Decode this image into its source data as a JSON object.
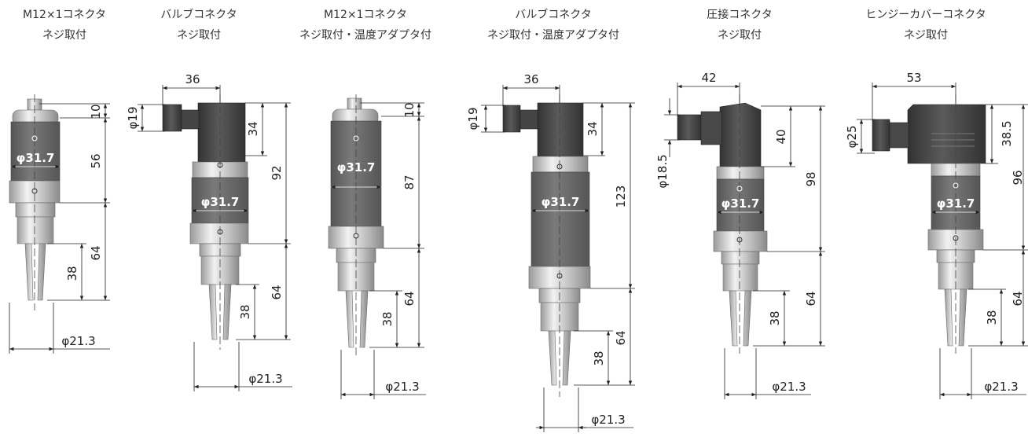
{
  "titles": [
    {
      "line1": "M12×1コネクタ",
      "line2": "ネジ取付"
    },
    {
      "line1": "バルブコネクタ",
      "line2": "ネジ取付"
    },
    {
      "line1": "M12×1コネクタ",
      "line2": "ネジ取付・温度アダプタ付"
    },
    {
      "line1": "バルブコネクタ",
      "line2": "ネジ取付・温度アダプタ付"
    },
    {
      "line1": "圧接コネクタ",
      "line2": "ネジ取付"
    },
    {
      "line1": "ヒンジーカバーコネクタ",
      "line2": "ネジ取付"
    }
  ],
  "dims": {
    "v1": {
      "top": "10",
      "body": "56",
      "lower": "64",
      "fork": "38",
      "body_dia": "φ31.7",
      "thread_dia": "φ21.3"
    },
    "v2": {
      "width": "36",
      "conn_dia": "φ19",
      "conn_h": "34",
      "total": "92",
      "lower": "64",
      "fork": "38",
      "body_dia": "φ31.7",
      "thread_dia": "φ21.3"
    },
    "v3": {
      "top": "10",
      "body": "87",
      "lower": "64",
      "fork": "38",
      "body_dia": "φ31.7",
      "thread_dia": "φ21.3"
    },
    "v4": {
      "width": "36",
      "conn_dia": "φ19",
      "conn_h": "34",
      "total": "123",
      "lower": "64",
      "fork": "38",
      "body_dia": "φ31.7",
      "thread_dia": "φ21.3"
    },
    "v5": {
      "width": "42",
      "conn_dia": "φ18.5",
      "conn_h": "40",
      "total": "98",
      "lower": "64",
      "fork": "38",
      "body_dia": "φ31.7",
      "thread_dia": "φ21.3"
    },
    "v6": {
      "width": "53",
      "conn_dia": "φ25",
      "conn_h": "38.5",
      "total": "96",
      "lower": "64",
      "fork": "38",
      "body_dia": "φ31.7",
      "thread_dia": "φ21.3"
    }
  },
  "colors": {
    "body": "#6a6a6a",
    "metal": "#c8c8c8",
    "line": "#222222",
    "text": "#333333"
  }
}
